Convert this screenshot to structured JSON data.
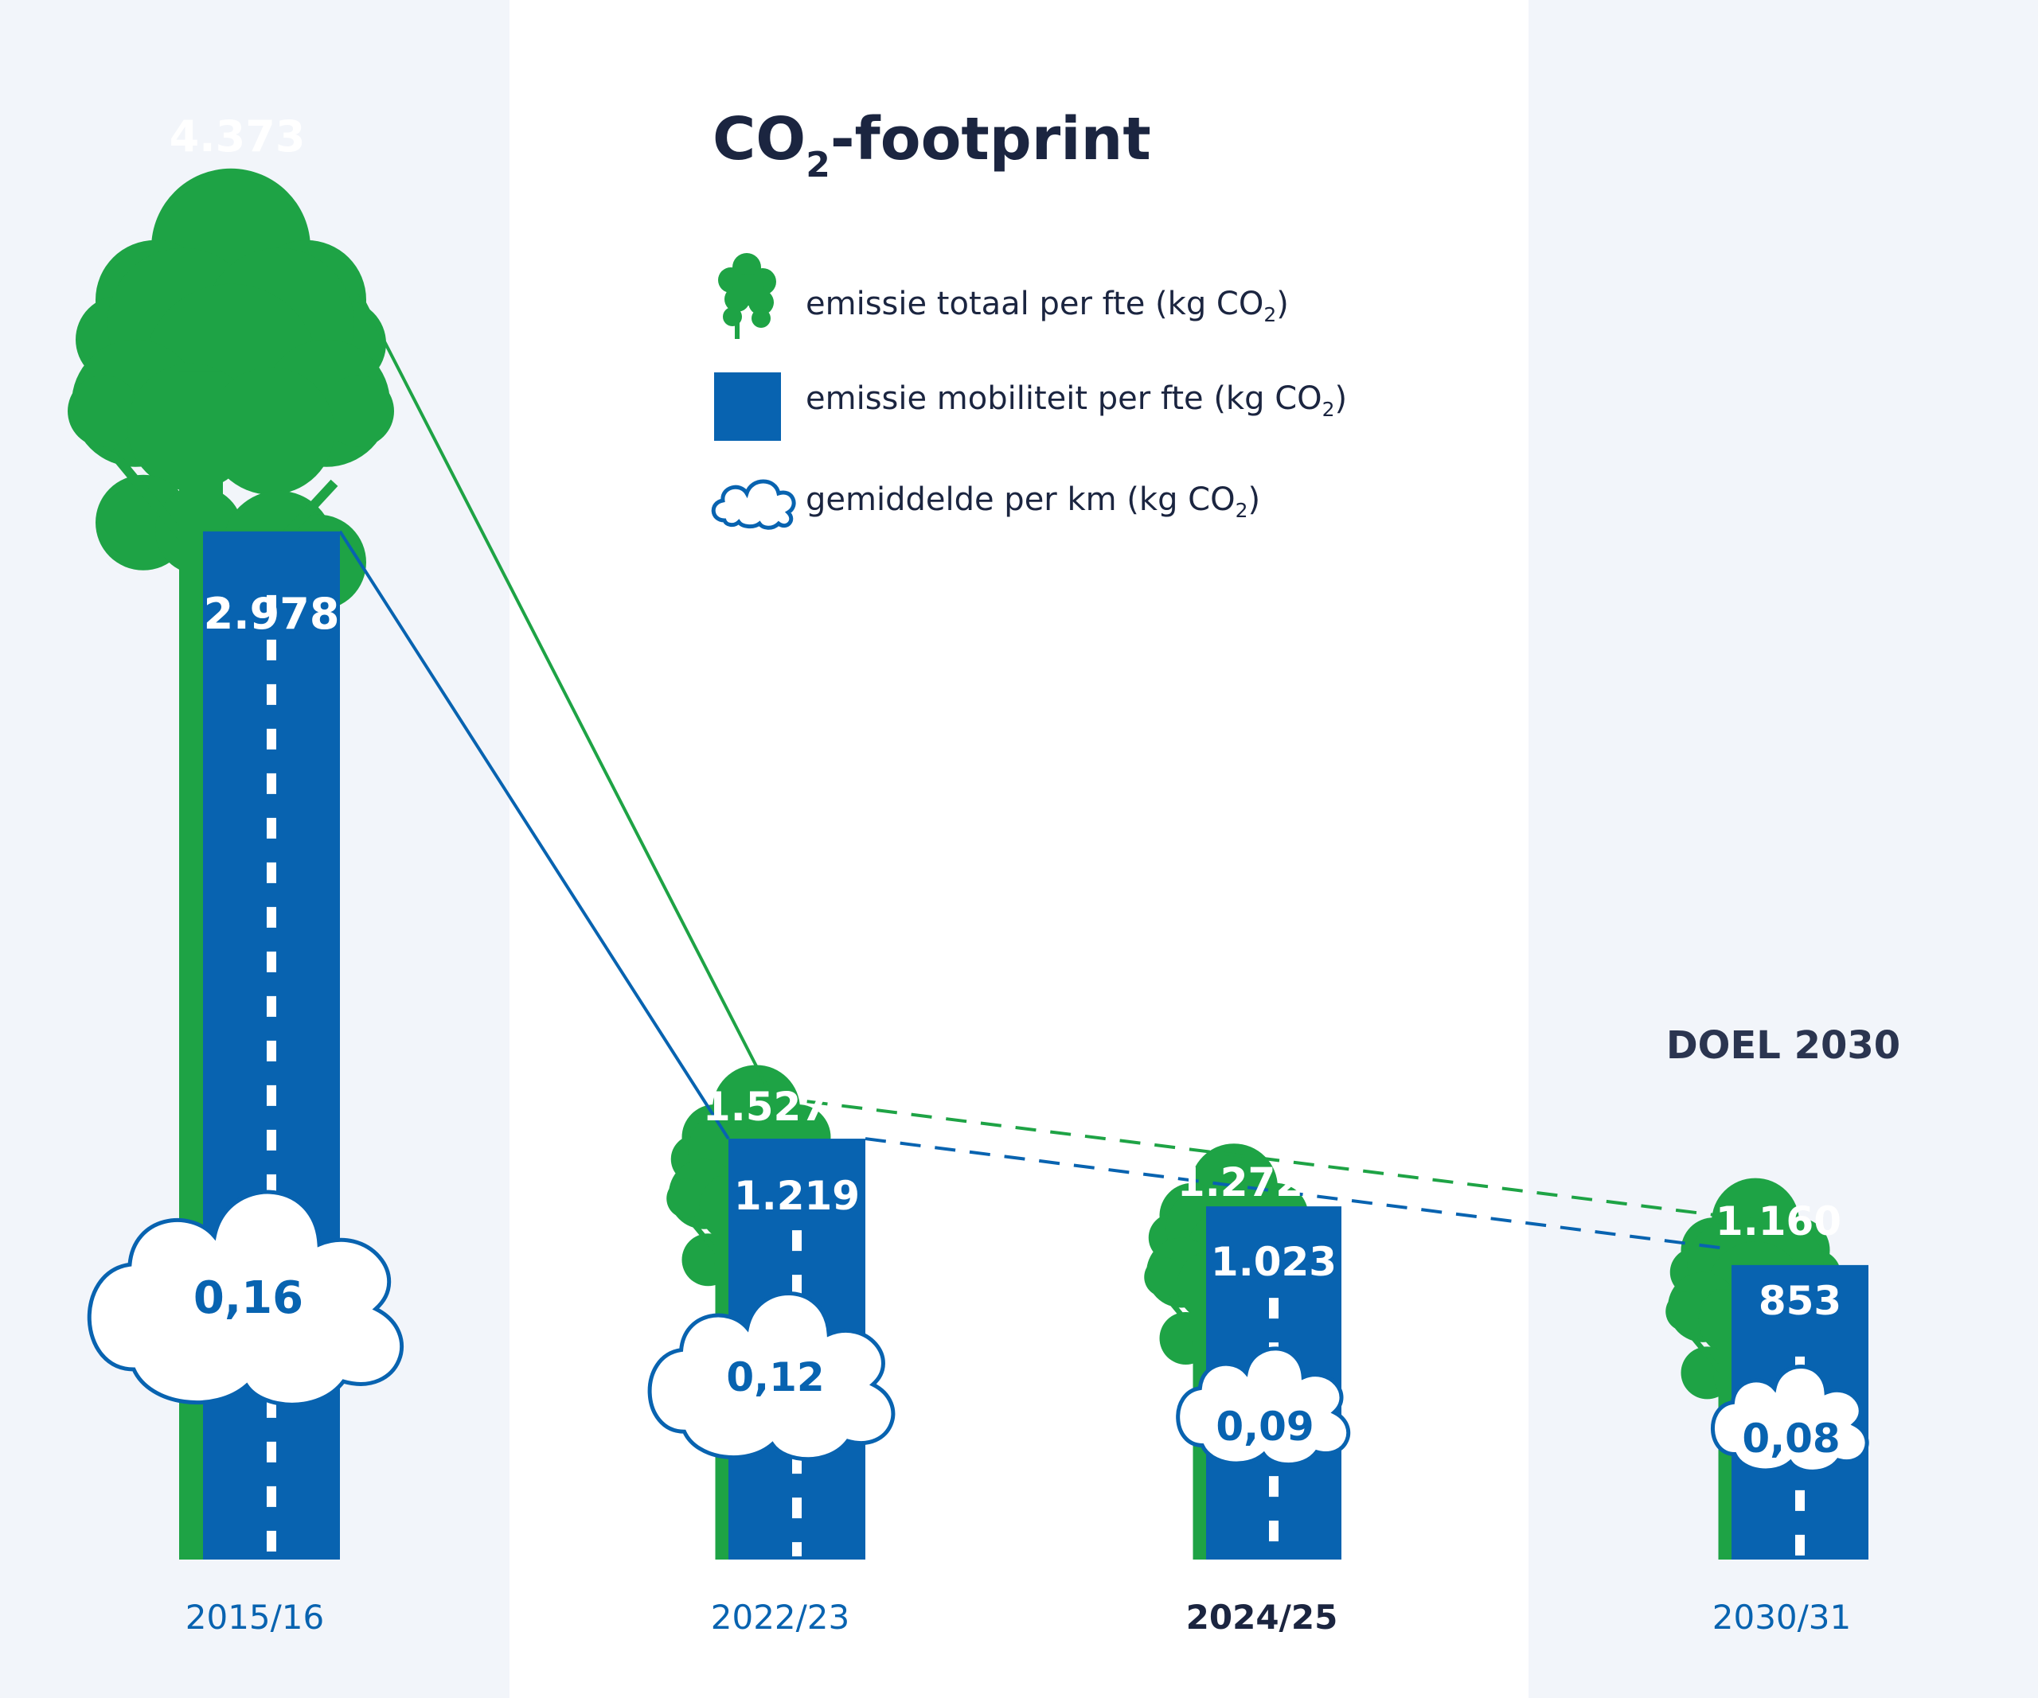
{
  "title": {
    "main": "CO",
    "sub": "2",
    "suffix": "-footprint"
  },
  "legend": [
    {
      "icon": "tree-icon",
      "label": "emissie totaal per fte (kg CO",
      "sub": "2",
      "close": ")"
    },
    {
      "icon": "square-icon",
      "label": "emissie mobiliteit per fte (kg CO",
      "sub": "2",
      "close": ")"
    },
    {
      "icon": "cloud-icon",
      "label": "gemiddelde per km (kg CO",
      "sub": "2",
      "close": ")"
    }
  ],
  "goal_label": "DOEL 2030",
  "colors": {
    "green": "#1ea345",
    "blue": "#0863b0",
    "navy": "#1b2540",
    "background": "#f2f5fa",
    "panel": "#ffffff"
  },
  "chart_data": {
    "type": "bar",
    "categories": [
      "2015/16",
      "2022/23",
      "2024/25",
      "2030/31"
    ],
    "highlight_category": "2024/25",
    "goal_category": "2030/31",
    "series": [
      {
        "name": "emissie totaal per fte (kg CO2)",
        "values": [
          4373,
          1527,
          1272,
          1160
        ],
        "labels": [
          "4.373",
          "1.527",
          "1.272",
          "1.160"
        ]
      },
      {
        "name": "emissie mobiliteit per fte (kg CO2)",
        "values": [
          2978,
          1219,
          1023,
          853
        ],
        "labels": [
          "2.978",
          "1.219",
          "1.023",
          "853"
        ]
      },
      {
        "name": "gemiddelde per km (kg CO2)",
        "values": [
          0.16,
          0.12,
          0.09,
          0.08
        ],
        "labels": [
          "0,16",
          "0,12",
          "0,09",
          "0,08"
        ]
      }
    ]
  }
}
